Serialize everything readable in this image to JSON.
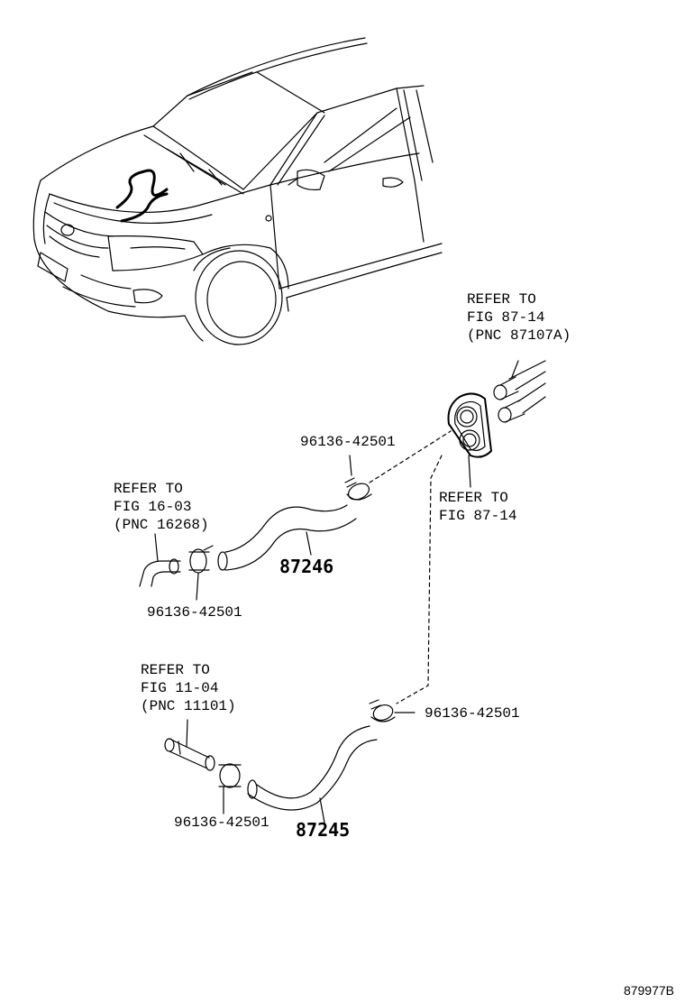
{
  "callouts": {
    "refer_top_right": {
      "line1": "REFER TO",
      "line2": "FIG 87-14",
      "line3": "(PNC 87107A)"
    },
    "refer_grommet": {
      "line1": "REFER TO",
      "line2": "FIG 87-14"
    },
    "refer_left_upper": {
      "line1": "REFER TO",
      "line2": "FIG 16-03",
      "line3": "(PNC 16268)"
    },
    "refer_left_lower": {
      "line1": "REFER TO",
      "line2": "FIG 11-04",
      "line3": "(PNC 11101)"
    }
  },
  "parts": {
    "clamp_top": "96136-42501",
    "clamp_left_upper": "96136-42501",
    "clamp_right_lower": "96136-42501",
    "clamp_left_lower": "96136-42501",
    "hose_upper": "87246",
    "hose_lower": "87245"
  },
  "illustration_number": "879977B"
}
